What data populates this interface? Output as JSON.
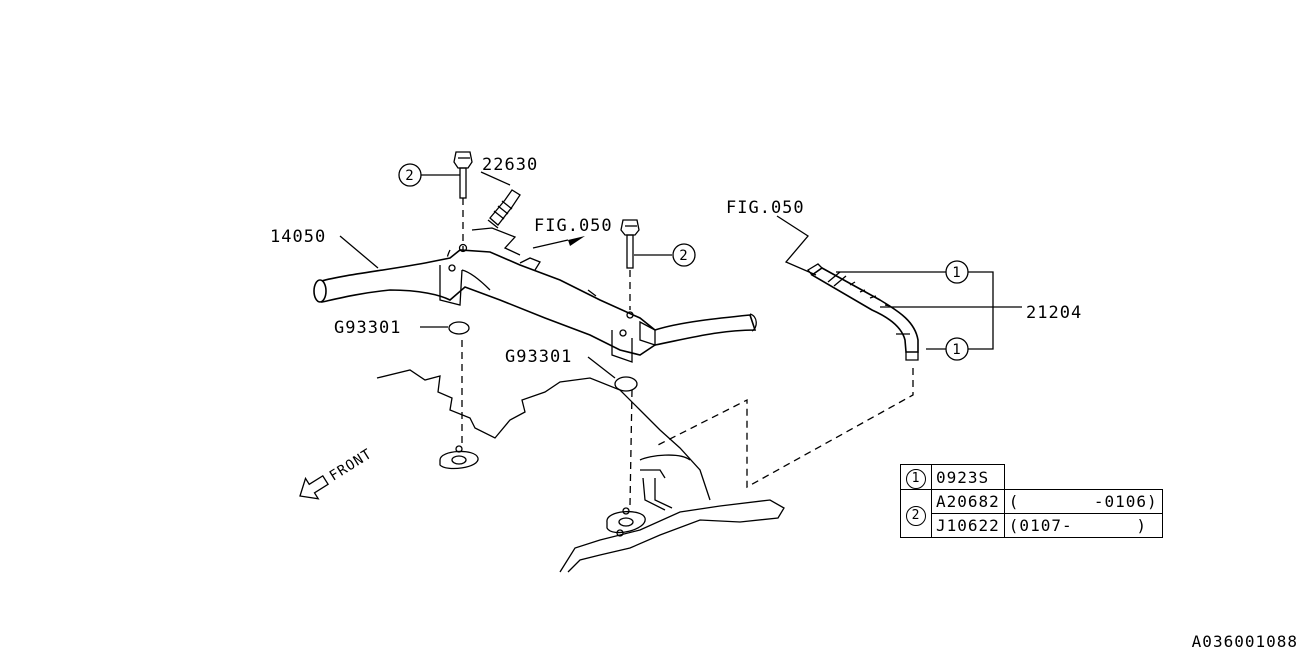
{
  "labels": {
    "p22630": "22630",
    "p14050": "14050",
    "fig050_a": "FIG.050",
    "fig050_b": "FIG.050",
    "g93301_a": "G93301",
    "g93301_b": "G93301",
    "p21204": "21204",
    "front": "FRONT",
    "ref1": "1",
    "ref2": "2"
  },
  "table": {
    "rows": [
      {
        "ref": "1",
        "part": "0923S",
        "range": ""
      },
      {
        "ref": "2",
        "part": "A20682",
        "range": "(       -0106)"
      },
      {
        "ref": "",
        "part": "J10622",
        "range": "(0107-      )"
      }
    ]
  },
  "code": "A036001088"
}
